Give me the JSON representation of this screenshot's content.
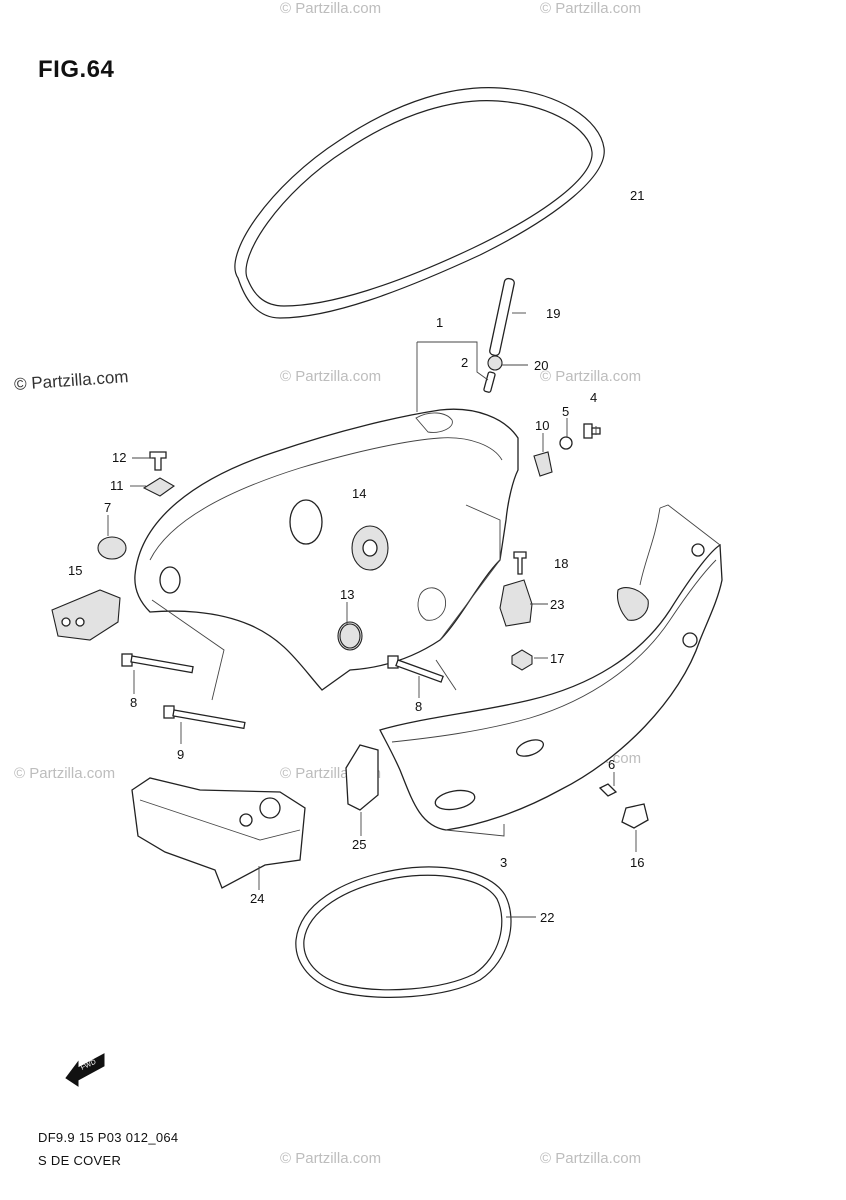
{
  "figure": {
    "title": "FIG.64"
  },
  "footer": {
    "code": "DF9.9 15 P03 012_064",
    "name": "S DE COVER"
  },
  "watermarks": [
    {
      "text": "© Partzilla.com",
      "style": "strong"
    },
    {
      "text": "© Partzilla.com",
      "style": "faint"
    }
  ],
  "callouts": [
    {
      "id": "c1",
      "label": "1"
    },
    {
      "id": "c2",
      "label": "2"
    },
    {
      "id": "c3",
      "label": "3"
    },
    {
      "id": "c4",
      "label": "4"
    },
    {
      "id": "c5",
      "label": "5"
    },
    {
      "id": "c6",
      "label": "6"
    },
    {
      "id": "c7",
      "label": "7"
    },
    {
      "id": "c8a",
      "label": "8"
    },
    {
      "id": "c8b",
      "label": "8"
    },
    {
      "id": "c9",
      "label": "9"
    },
    {
      "id": "c10",
      "label": "10"
    },
    {
      "id": "c11",
      "label": "11"
    },
    {
      "id": "c12",
      "label": "12"
    },
    {
      "id": "c13",
      "label": "13"
    },
    {
      "id": "c14",
      "label": "14"
    },
    {
      "id": "c15",
      "label": "15"
    },
    {
      "id": "c16",
      "label": "16"
    },
    {
      "id": "c17",
      "label": "17"
    },
    {
      "id": "c18",
      "label": "18"
    },
    {
      "id": "c19",
      "label": "19"
    },
    {
      "id": "c20",
      "label": "20"
    },
    {
      "id": "c21",
      "label": "21"
    },
    {
      "id": "c22",
      "label": "22"
    },
    {
      "id": "c23",
      "label": "23"
    },
    {
      "id": "c24",
      "label": "24"
    },
    {
      "id": "c25",
      "label": "25"
    }
  ],
  "fwd_icon": "fwd-arrow-icon"
}
